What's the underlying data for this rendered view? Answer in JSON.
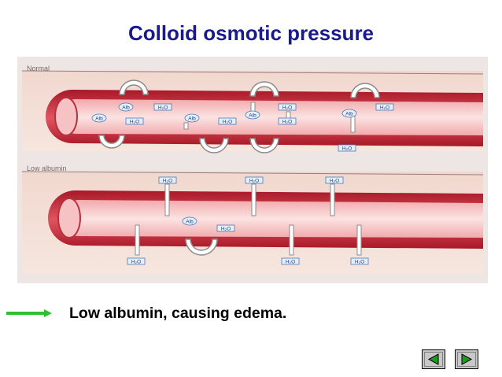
{
  "slide": {
    "title": "Colloid osmotic pressure",
    "caption": "Low albumin, causing edema."
  },
  "figure": {
    "panels": [
      {
        "label": "Normal"
      },
      {
        "label": "Low albumin"
      }
    ],
    "molecules": {
      "albumin": "Alb",
      "water": "H₂O"
    }
  },
  "navigation": {
    "back_icon": "triangle-left-icon",
    "forward_icon": "triangle-right-icon"
  },
  "colors": {
    "title": "#1a1a8c",
    "vessel": "#c8283a",
    "vessel_light": "#f4b7b7",
    "arrow_marker": "#2fbf2f",
    "tag_fill": "#e6f0fa",
    "tag_stroke": "#4a78b8"
  }
}
